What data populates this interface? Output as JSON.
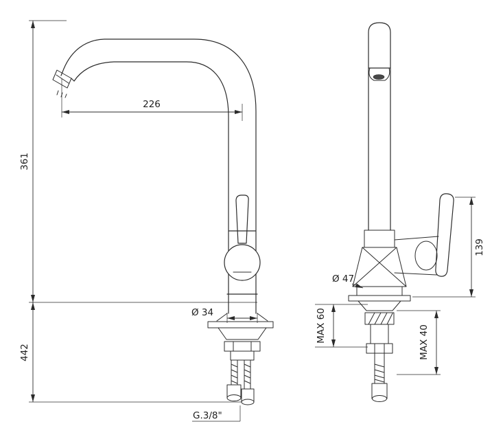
{
  "drawing": {
    "background": "#ffffff",
    "line_color": "#2b2b2b",
    "type": "faucet-installation-dimensions"
  },
  "front_view": {
    "spout_reach": "226",
    "height_above_deck": "361",
    "height_below_deck": "442",
    "base_diameter": "Ø 34",
    "supply_thread": "G.3/8\""
  },
  "side_view": {
    "body_diameter": "Ø 47",
    "handle_height": "139",
    "max_deck_thickness_front": "MAX 60",
    "max_deck_thickness_side": "MAX 40"
  }
}
